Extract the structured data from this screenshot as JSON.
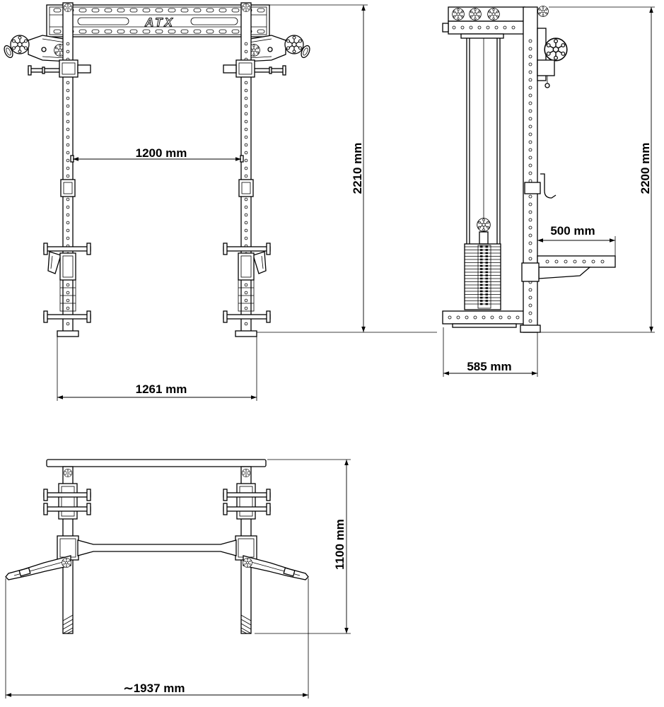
{
  "logo": {
    "text": "ATX"
  },
  "colors": {
    "line": "#000000",
    "background": "#ffffff"
  },
  "front_view": {
    "inner_width": "1200 mm",
    "height": "2210 mm",
    "base_width": "1261 mm"
  },
  "side_view": {
    "height": "2200 mm",
    "spotter_arm_length": "500 mm",
    "depth": "585 mm"
  },
  "top_view": {
    "depth": "1100 mm",
    "overall_width": "∼1937 mm"
  }
}
